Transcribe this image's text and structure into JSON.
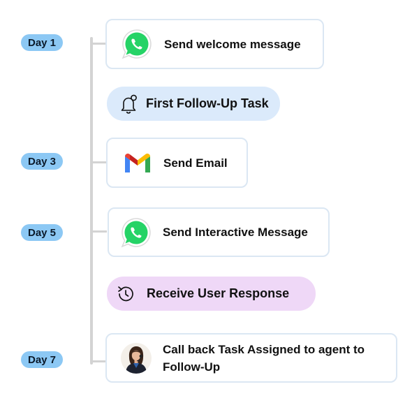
{
  "days": {
    "day1": "Day 1",
    "day3": "Day 3",
    "day5": "Day 5",
    "day7": "Day 7"
  },
  "steps": {
    "welcome": {
      "label": "Send welcome message",
      "icon": "whatsapp-icon"
    },
    "followup_task": {
      "label": "First Follow-Up Task",
      "icon": "bell-icon"
    },
    "email": {
      "label": "Send Email",
      "icon": "gmail-icon"
    },
    "interactive": {
      "label": "Send Interactive Message",
      "icon": "whatsapp-icon"
    },
    "response": {
      "label": "Receive User Response",
      "icon": "history-icon"
    },
    "callback": {
      "label": "Call back Task Assigned to agent to Follow-Up",
      "icon": "agent-avatar"
    }
  },
  "colors": {
    "day_badge": "#8cc8f4",
    "card_border": "#dbe7f3",
    "timeline": "#d3d3d3",
    "pill_blue": "#dbeafb",
    "pill_purple": "#efd8f7",
    "whatsapp_green": "#25d366"
  }
}
